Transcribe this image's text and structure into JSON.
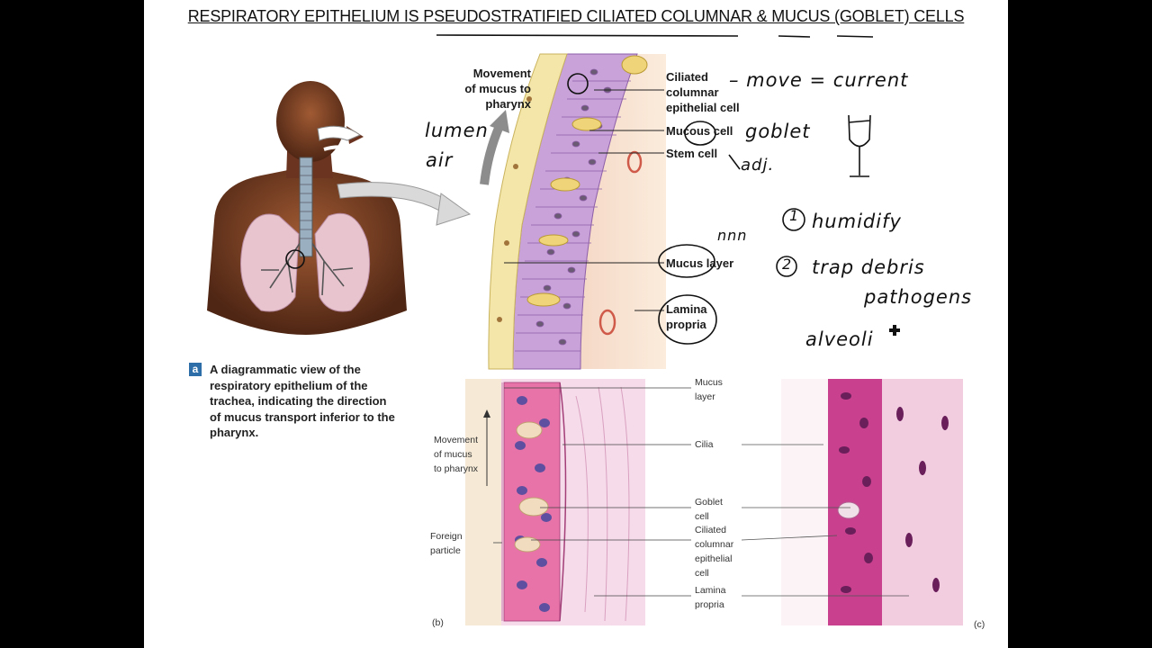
{
  "title": "RESPIRATORY EPITHELIUM IS PSEUDOSTRATIFIED CILIATED COLUMNAR & MUCUS (GOBLET) CELLS",
  "diagram_a": {
    "movement_label": [
      "Movement",
      "of mucus to",
      "pharynx"
    ],
    "labels": {
      "ciliated": [
        "Ciliated",
        "columnar",
        "epithelial cell"
      ],
      "mucous_cell": "Mucous cell",
      "stem_cell": "Stem cell",
      "mucus_layer": "Mucus layer",
      "lamina_propria": [
        "Lamina",
        "propria"
      ]
    },
    "caption_badge": "a",
    "caption": "A diagrammatic view of the respiratory epithelium of the trachea, indicating  the direction of mucus transport inferior to the pharynx."
  },
  "diagram_b": {
    "movement_label": [
      "Movement",
      "of mucus",
      "to pharynx"
    ],
    "foreign_particle": [
      "Foreign",
      "particle"
    ],
    "panel_b": "(b)",
    "panel_c": "(c)",
    "labels": {
      "mucus_layer": [
        "Mucus",
        "layer"
      ],
      "cilia": "Cilia",
      "goblet_cell": [
        "Goblet",
        "cell"
      ],
      "ciliated": [
        "Ciliated",
        "columnar",
        "epithelial",
        "cell"
      ],
      "lamina_propria": [
        "Lamina",
        "propria"
      ]
    }
  },
  "annotations": {
    "lumen": "lumen",
    "air": "air",
    "move_current": "– move = current",
    "goblet": "goblet",
    "adj": "adj.",
    "humidify": "humidify",
    "trap_debris": "trap debris",
    "pathogens": "pathogens",
    "alveoli": "alveoli",
    "nnn": "nnn",
    "num1": "1",
    "num2": "2"
  },
  "colors": {
    "skin": "#7a3e22",
    "lung": "#e8c4cf",
    "epithelium": "#c8a2d8",
    "lamina": "#f7e3c8",
    "mucus": "#f4e6a8",
    "histology_pink": "#e58fb5",
    "histology_purple": "#8a2b6f"
  }
}
